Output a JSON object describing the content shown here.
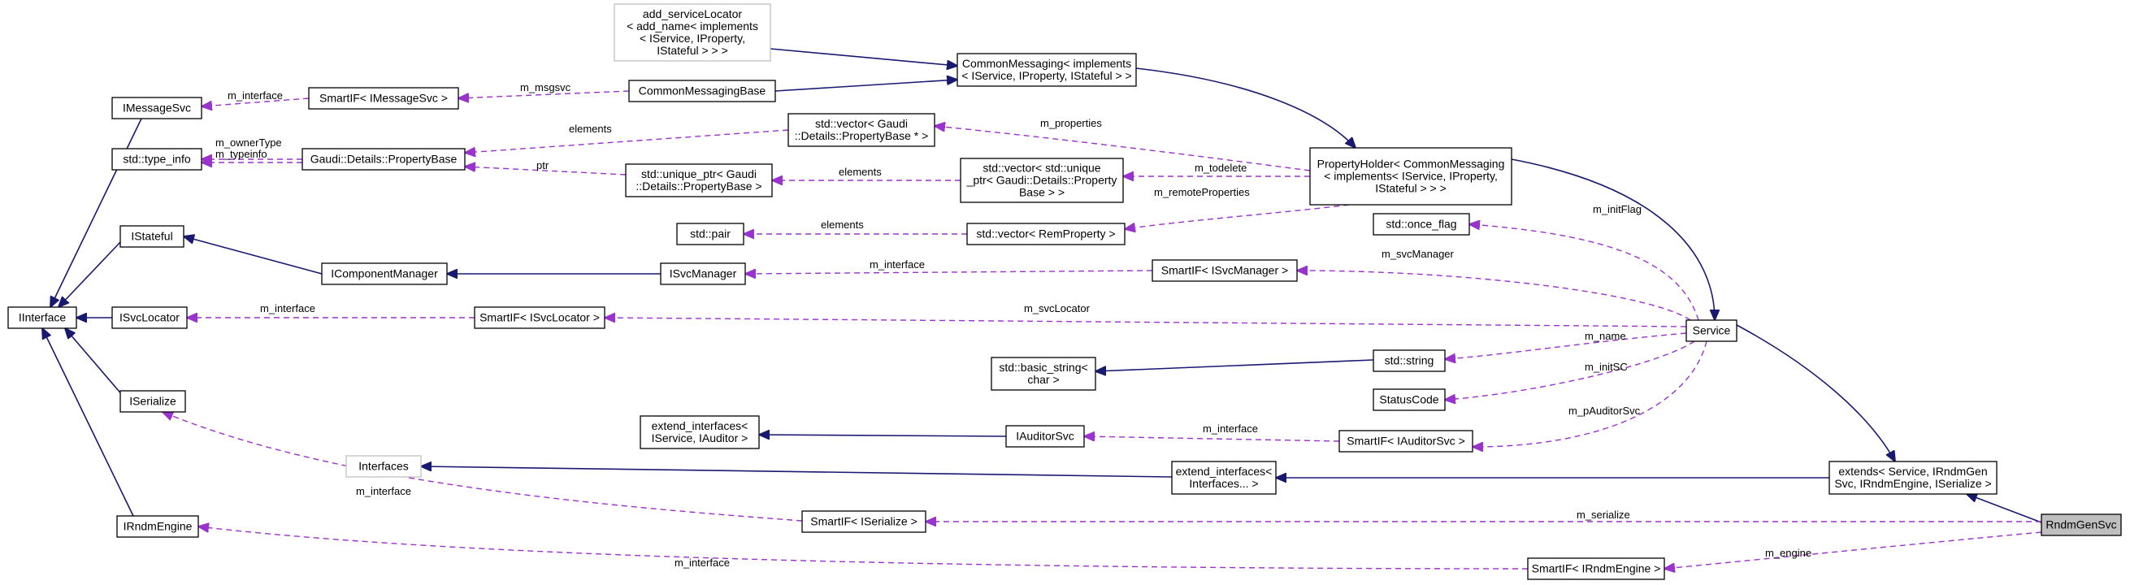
{
  "nodes": {
    "add_service_locator": [
      "add_serviceLocator",
      "< add_name< implements",
      "< IService, IProperty,",
      "IStateful > > >"
    ],
    "common_messaging": [
      "CommonMessaging< implements",
      "< IService, IProperty, IStateful > >"
    ],
    "imessage_svc": [
      "IMessageSvc"
    ],
    "smartif_imessagesvc": [
      "SmartIF< IMessageSvc >"
    ],
    "common_messaging_base": [
      "CommonMessagingBase"
    ],
    "std_type_info": [
      "std::type_info"
    ],
    "property_base": [
      "Gaudi::Details::PropertyBase"
    ],
    "vector_property_base_ptr": [
      "std::vector< Gaudi",
      "::Details::PropertyBase * >"
    ],
    "unique_ptr_property_base": [
      "std::unique_ptr< Gaudi",
      "::Details::PropertyBase >"
    ],
    "vector_unique_ptr": [
      "std::vector< std::unique",
      "_ptr< Gaudi::Details::Property",
      "Base > >"
    ],
    "property_holder": [
      "PropertyHolder< CommonMessaging",
      "< implements< IService, IProperty,",
      "IStateful > > >"
    ],
    "std_pair": [
      "std::pair"
    ],
    "vector_rem_property": [
      "std::vector< RemProperty >"
    ],
    "std_once_flag": [
      "std::once_flag"
    ],
    "istateful": [
      "IStateful"
    ],
    "icomponent_manager": [
      "IComponentManager"
    ],
    "isvc_manager": [
      "ISvcManager"
    ],
    "smartif_isvcmanager": [
      "SmartIF< ISvcManager >"
    ],
    "iinterface": [
      "IInterface"
    ],
    "isvc_locator": [
      "ISvcLocator"
    ],
    "smartif_isvclocator": [
      "SmartIF< ISvcLocator >"
    ],
    "service": [
      "Service"
    ],
    "std_basic_string": [
      "std::basic_string<",
      "char >"
    ],
    "std_string": [
      "std::string"
    ],
    "iserialize": [
      "ISerialize"
    ],
    "status_code": [
      "StatusCode"
    ],
    "extend_interfaces_iservice": [
      "extend_interfaces<",
      "IService, IAuditor >"
    ],
    "iauditor_svc": [
      "IAuditorSvc"
    ],
    "smartif_iauditorsvc": [
      "SmartIF< IAuditorSvc >"
    ],
    "interfaces": [
      "Interfaces"
    ],
    "extend_interfaces_interfaces": [
      "extend_interfaces<",
      "Interfaces... >"
    ],
    "extends_service": [
      "extends< Service, IRndmGen",
      "Svc, IRndmEngine, ISerialize >"
    ],
    "irndm_engine": [
      "IRndmEngine"
    ],
    "smartif_iserialize": [
      "SmartIF< ISerialize >"
    ],
    "rndm_gen_svc": [
      "RndmGenSvc"
    ],
    "smartif_irndmengine": [
      "SmartIF< IRndmEngine >"
    ]
  },
  "edge_labels": {
    "m_interface_msgsvc": "m_interface",
    "m_msgsvc": "m_msgsvc",
    "m_owner_type": "m_ownerType",
    "m_typeinfo": "m_typeinfo",
    "elements_vector_pb": "elements",
    "ptr": "ptr",
    "m_properties": "m_properties",
    "elements_unique": "elements",
    "m_todelete": "m_todelete",
    "elements_pair": "elements",
    "m_remote_properties": "m_remoteProperties",
    "m_init_flag": "m_initFlag",
    "m_interface_svcmanager": "m_interface",
    "m_svc_manager": "m_svcManager",
    "m_interface_svclocator": "m_interface",
    "m_svc_locator": "m_svcLocator",
    "m_name": "m_name",
    "m_init_sc": "m_initSC",
    "m_interface_auditor": "m_interface",
    "m_p_auditor_svc": "m_pAuditorSvc",
    "m_interface_serialize": "m_interface",
    "m_serialize": "m_serialize",
    "m_interface_rndm": "m_interface",
    "m_engine": "m_engine"
  }
}
